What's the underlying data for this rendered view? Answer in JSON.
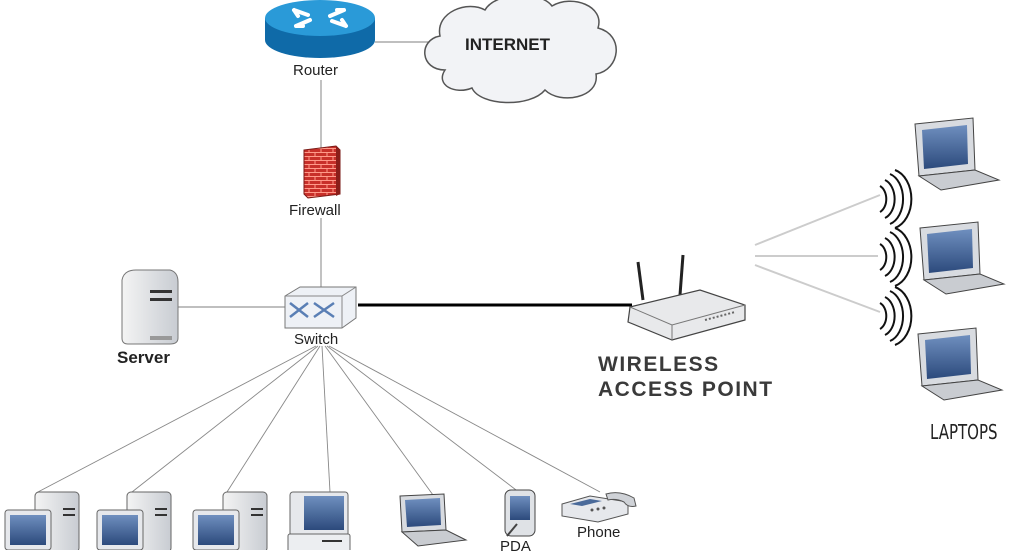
{
  "diagram": {
    "title": "Network topology",
    "nodes": {
      "router": {
        "label": "Router",
        "icon": "router-icon"
      },
      "internet": {
        "label": "INTERNET",
        "icon": "cloud-icon"
      },
      "firewall": {
        "label": "Firewall",
        "icon": "firewall-icon"
      },
      "switch": {
        "label": "Switch",
        "icon": "switch-icon"
      },
      "server": {
        "label": "Server",
        "icon": "server-icon"
      },
      "wireless_access_point": {
        "label_line1": "WIRELESS",
        "label_line2": "ACCESS POINT",
        "icon": "wireless-router-icon"
      },
      "laptops": {
        "label": "LAPTOPS",
        "count": 3,
        "icon": "laptop-icon"
      },
      "pda": {
        "label": "PDA",
        "icon": "pda-icon"
      },
      "phone": {
        "label": "Phone",
        "icon": "phone-icon"
      }
    },
    "clients_bottom": [
      {
        "type": "desktop-tower",
        "icon": "desktop-computer-icon"
      },
      {
        "type": "desktop-tower",
        "icon": "desktop-computer-icon"
      },
      {
        "type": "desktop-tower",
        "icon": "desktop-computer-icon"
      },
      {
        "type": "desktop-classic",
        "icon": "desktop-computer-icon"
      },
      {
        "type": "laptop",
        "icon": "laptop-icon"
      },
      {
        "type": "pda",
        "icon": "pda-icon"
      },
      {
        "type": "phone",
        "icon": "phone-icon"
      }
    ],
    "edges": [
      [
        "router",
        "internet"
      ],
      [
        "router",
        "firewall"
      ],
      [
        "firewall",
        "switch"
      ],
      [
        "server",
        "switch"
      ],
      [
        "switch",
        "wireless_access_point"
      ],
      [
        "switch",
        "desktop-1"
      ],
      [
        "switch",
        "desktop-2"
      ],
      [
        "switch",
        "desktop-3"
      ],
      [
        "switch",
        "desktop-4"
      ],
      [
        "switch",
        "laptop"
      ],
      [
        "switch",
        "pda"
      ],
      [
        "switch",
        "phone"
      ],
      [
        "wireless_access_point",
        "laptop-1 (wireless)"
      ],
      [
        "wireless_access_point",
        "laptop-2 (wireless)"
      ],
      [
        "wireless_access_point",
        "laptop-3 (wireless)"
      ]
    ],
    "colors": {
      "router_blue": "#1f8fcf",
      "firewall_red": "#c8302a",
      "screen_blue": "#3a5a8c",
      "link_gray": "#9a9a9a",
      "trunk_black": "#000000"
    }
  }
}
